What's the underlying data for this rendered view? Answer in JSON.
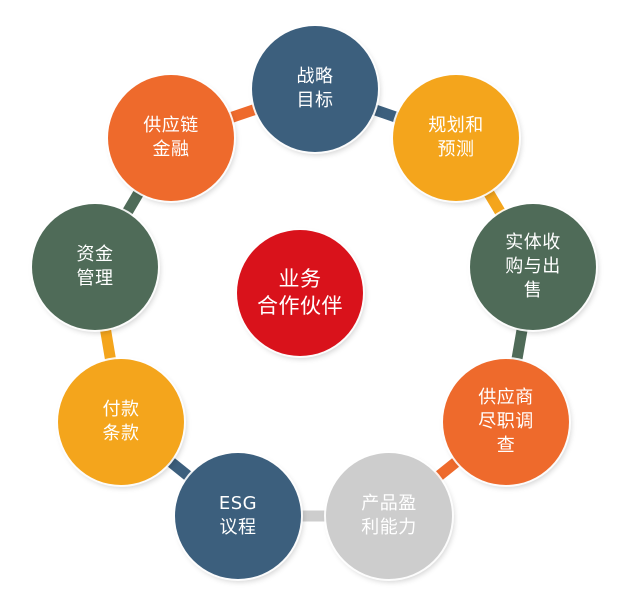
{
  "center": {
    "lines": [
      "业务",
      "合作伙伴"
    ],
    "color": "#d9121b"
  },
  "nodes": [
    {
      "lines": [
        "战略",
        "目标"
      ],
      "color": "#3c5f7d"
    },
    {
      "lines": [
        "规划和",
        "预测"
      ],
      "color": "#f4a51c"
    },
    {
      "lines": [
        "实体收",
        "购与出",
        "售"
      ],
      "color": "#4f6b58"
    },
    {
      "lines": [
        "供应商",
        "尽职调",
        "查"
      ],
      "color": "#ee6a2c"
    },
    {
      "lines": [
        "产品盈",
        "利能力"
      ],
      "color": "#cdcdcd"
    },
    {
      "lines": [
        "ESG",
        "议程"
      ],
      "color": "#3c5f7d"
    },
    {
      "lines": [
        "付款",
        "条款"
      ],
      "color": "#f4a51c"
    },
    {
      "lines": [
        "资金",
        "管理"
      ],
      "color": "#4f6b58"
    },
    {
      "lines": [
        "供应链",
        "金融"
      ],
      "color": "#ee6a2c"
    }
  ]
}
